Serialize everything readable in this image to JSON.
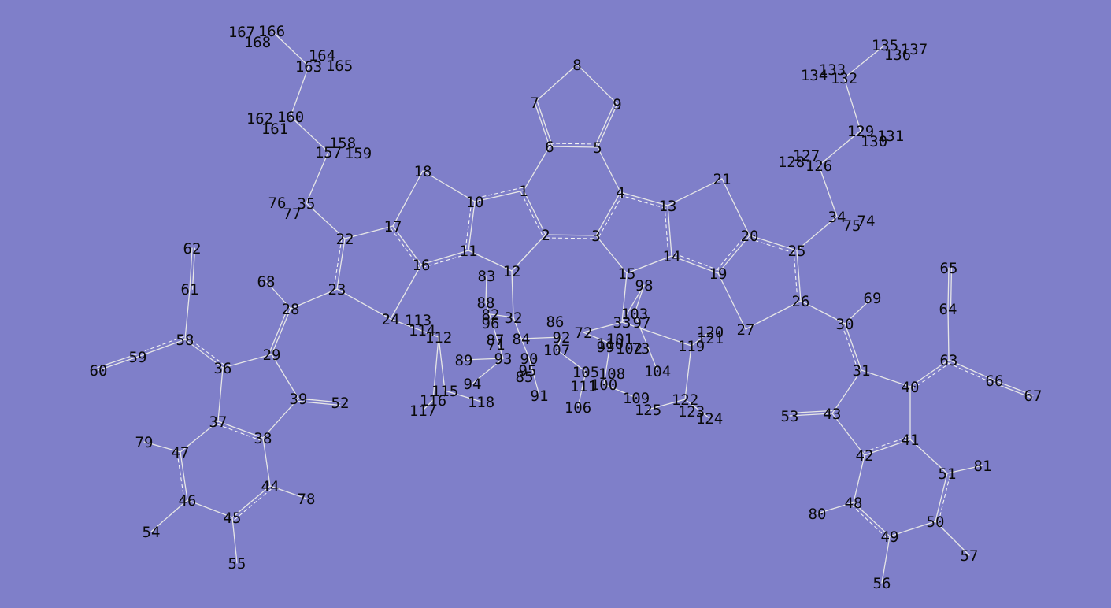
{
  "viewer": {
    "background": "#7f7fc9",
    "bond_color": "#e6e6e6",
    "label_color": "#0a0a0a"
  },
  "atoms": [
    {
      "id": "1"
    },
    {
      "id": "2"
    },
    {
      "id": "3"
    },
    {
      "id": "4"
    },
    {
      "id": "5"
    },
    {
      "id": "6"
    },
    {
      "id": "7"
    },
    {
      "id": "8"
    },
    {
      "id": "9"
    },
    {
      "id": "10"
    },
    {
      "id": "11"
    },
    {
      "id": "12"
    },
    {
      "id": "13"
    },
    {
      "id": "14"
    },
    {
      "id": "15"
    },
    {
      "id": "16"
    },
    {
      "id": "17"
    },
    {
      "id": "18"
    },
    {
      "id": "19"
    },
    {
      "id": "20"
    },
    {
      "id": "21"
    },
    {
      "id": "22"
    },
    {
      "id": "23"
    },
    {
      "id": "24"
    },
    {
      "id": "25"
    },
    {
      "id": "26"
    },
    {
      "id": "27"
    },
    {
      "id": "28"
    },
    {
      "id": "29"
    },
    {
      "id": "30"
    },
    {
      "id": "31"
    },
    {
      "id": "32"
    },
    {
      "id": "33"
    },
    {
      "id": "34"
    },
    {
      "id": "35"
    },
    {
      "id": "36"
    },
    {
      "id": "37"
    },
    {
      "id": "38"
    },
    {
      "id": "39"
    },
    {
      "id": "40"
    },
    {
      "id": "41"
    },
    {
      "id": "42"
    },
    {
      "id": "43"
    },
    {
      "id": "44"
    },
    {
      "id": "45"
    },
    {
      "id": "46"
    },
    {
      "id": "47"
    },
    {
      "id": "48"
    },
    {
      "id": "49"
    },
    {
      "id": "50"
    },
    {
      "id": "51"
    },
    {
      "id": "52"
    },
    {
      "id": "53"
    },
    {
      "id": "54"
    },
    {
      "id": "55"
    },
    {
      "id": "56"
    },
    {
      "id": "57"
    },
    {
      "id": "58"
    },
    {
      "id": "59"
    },
    {
      "id": "60"
    },
    {
      "id": "61"
    },
    {
      "id": "62"
    },
    {
      "id": "63"
    },
    {
      "id": "64"
    },
    {
      "id": "65"
    },
    {
      "id": "66"
    },
    {
      "id": "67"
    },
    {
      "id": "68"
    },
    {
      "id": "69"
    },
    {
      "id": "70"
    },
    {
      "id": "71"
    },
    {
      "id": "72"
    },
    {
      "id": "73"
    },
    {
      "id": "74"
    },
    {
      "id": "75"
    },
    {
      "id": "76"
    },
    {
      "id": "77"
    },
    {
      "id": "78"
    },
    {
      "id": "79"
    },
    {
      "id": "80"
    },
    {
      "id": "81"
    },
    {
      "id": "82"
    },
    {
      "id": "83"
    },
    {
      "id": "84"
    },
    {
      "id": "85"
    },
    {
      "id": "86"
    },
    {
      "id": "87"
    },
    {
      "id": "88"
    },
    {
      "id": "89"
    },
    {
      "id": "90"
    },
    {
      "id": "91"
    },
    {
      "id": "92"
    },
    {
      "id": "93"
    },
    {
      "id": "94"
    },
    {
      "id": "95"
    },
    {
      "id": "96"
    },
    {
      "id": "97"
    },
    {
      "id": "98"
    },
    {
      "id": "99"
    },
    {
      "id": "100"
    },
    {
      "id": "101"
    },
    {
      "id": "102"
    },
    {
      "id": "103"
    },
    {
      "id": "104"
    },
    {
      "id": "105"
    },
    {
      "id": "106"
    },
    {
      "id": "107"
    },
    {
      "id": "108"
    },
    {
      "id": "109"
    },
    {
      "id": "110"
    },
    {
      "id": "111"
    },
    {
      "id": "112"
    },
    {
      "id": "113"
    },
    {
      "id": "114"
    },
    {
      "id": "115"
    },
    {
      "id": "116"
    },
    {
      "id": "117"
    },
    {
      "id": "118"
    },
    {
      "id": "119"
    },
    {
      "id": "120"
    },
    {
      "id": "121"
    },
    {
      "id": "122"
    },
    {
      "id": "123"
    },
    {
      "id": "124"
    },
    {
      "id": "125"
    },
    {
      "id": "126"
    },
    {
      "id": "127"
    },
    {
      "id": "128"
    },
    {
      "id": "129"
    },
    {
      "id": "130"
    },
    {
      "id": "131"
    },
    {
      "id": "132"
    },
    {
      "id": "133"
    },
    {
      "id": "134"
    },
    {
      "id": "135"
    },
    {
      "id": "136"
    },
    {
      "id": "137"
    },
    {
      "id": "157"
    },
    {
      "id": "158"
    },
    {
      "id": "159"
    },
    {
      "id": "160"
    },
    {
      "id": "161"
    },
    {
      "id": "162"
    },
    {
      "id": "163"
    },
    {
      "id": "164"
    },
    {
      "id": "165"
    },
    {
      "id": "166"
    },
    {
      "id": "167"
    },
    {
      "id": "168"
    }
  ],
  "bonds": [
    [
      "1",
      "2"
    ],
    [
      "2",
      "3"
    ],
    [
      "3",
      "4"
    ],
    [
      "4",
      "5"
    ],
    [
      "5",
      "6"
    ],
    [
      "6",
      "1"
    ],
    [
      "6",
      "7"
    ],
    [
      "7",
      "8"
    ],
    [
      "8",
      "9"
    ],
    [
      "9",
      "5"
    ],
    [
      "1",
      "10"
    ],
    [
      "10",
      "11"
    ],
    [
      "11",
      "12"
    ],
    [
      "12",
      "2"
    ],
    [
      "4",
      "13"
    ],
    [
      "13",
      "14"
    ],
    [
      "14",
      "15"
    ],
    [
      "15",
      "3"
    ],
    [
      "10",
      "18"
    ],
    [
      "18",
      "17"
    ],
    [
      "17",
      "16"
    ],
    [
      "16",
      "11"
    ],
    [
      "13",
      "21"
    ],
    [
      "21",
      "20"
    ],
    [
      "20",
      "19"
    ],
    [
      "19",
      "14"
    ],
    [
      "17",
      "22"
    ],
    [
      "22",
      "23"
    ],
    [
      "23",
      "24"
    ],
    [
      "24",
      "16"
    ],
    [
      "20",
      "25"
    ],
    [
      "25",
      "26"
    ],
    [
      "26",
      "27"
    ],
    [
      "27",
      "19"
    ],
    [
      "22",
      "35"
    ],
    [
      "35",
      "157"
    ],
    [
      "157",
      "160"
    ],
    [
      "160",
      "163"
    ],
    [
      "163",
      "166"
    ],
    [
      "25",
      "34"
    ],
    [
      "34",
      "126"
    ],
    [
      "126",
      "129"
    ],
    [
      "129",
      "132"
    ],
    [
      "132",
      "135"
    ],
    [
      "23",
      "28"
    ],
    [
      "28",
      "68"
    ],
    [
      "28",
      "29"
    ],
    [
      "29",
      "36"
    ],
    [
      "29",
      "39"
    ],
    [
      "39",
      "52"
    ],
    [
      "39",
      "38"
    ],
    [
      "36",
      "58"
    ],
    [
      "58",
      "59"
    ],
    [
      "59",
      "60"
    ],
    [
      "58",
      "61"
    ],
    [
      "61",
      "62"
    ],
    [
      "36",
      "37"
    ],
    [
      "37",
      "38"
    ],
    [
      "37",
      "47"
    ],
    [
      "47",
      "46"
    ],
    [
      "46",
      "45"
    ],
    [
      "45",
      "44"
    ],
    [
      "44",
      "38"
    ],
    [
      "47",
      "79"
    ],
    [
      "46",
      "54"
    ],
    [
      "45",
      "55"
    ],
    [
      "44",
      "78"
    ],
    [
      "26",
      "30"
    ],
    [
      "30",
      "69"
    ],
    [
      "30",
      "31"
    ],
    [
      "31",
      "43"
    ],
    [
      "43",
      "53"
    ],
    [
      "31",
      "40"
    ],
    [
      "40",
      "41"
    ],
    [
      "41",
      "42"
    ],
    [
      "42",
      "43"
    ],
    [
      "40",
      "63"
    ],
    [
      "63",
      "64"
    ],
    [
      "64",
      "65"
    ],
    [
      "63",
      "66"
    ],
    [
      "66",
      "67"
    ],
    [
      "42",
      "48"
    ],
    [
      "48",
      "49"
    ],
    [
      "49",
      "50"
    ],
    [
      "50",
      "51"
    ],
    [
      "51",
      "41"
    ],
    [
      "48",
      "80"
    ],
    [
      "49",
      "56"
    ],
    [
      "50",
      "57"
    ],
    [
      "51",
      "81"
    ],
    [
      "12",
      "32"
    ],
    [
      "15",
      "33"
    ],
    [
      "32",
      "82"
    ],
    [
      "33",
      "72"
    ],
    [
      "32",
      "84"
    ],
    [
      "24",
      "112"
    ],
    [
      "112",
      "115"
    ],
    [
      "115",
      "118"
    ],
    [
      "112",
      "116"
    ],
    [
      "116",
      "117"
    ],
    [
      "33",
      "119"
    ],
    [
      "119",
      "122"
    ],
    [
      "122",
      "125"
    ],
    [
      "119",
      "120"
    ],
    [
      "122",
      "124"
    ],
    [
      "83",
      "88"
    ],
    [
      "88",
      "93"
    ],
    [
      "93",
      "94"
    ],
    [
      "93",
      "89"
    ],
    [
      "84",
      "90"
    ],
    [
      "90",
      "91"
    ],
    [
      "84",
      "92"
    ],
    [
      "92",
      "107"
    ],
    [
      "107",
      "105"
    ],
    [
      "105",
      "106"
    ],
    [
      "72",
      "110"
    ],
    [
      "110",
      "100"
    ],
    [
      "100",
      "109"
    ],
    [
      "33",
      "98"
    ],
    [
      "98",
      "103"
    ],
    [
      "103",
      "104"
    ]
  ],
  "aromatic": [
    [
      "1",
      "2"
    ],
    [
      "3",
      "4"
    ],
    [
      "5",
      "6"
    ],
    [
      "10",
      "11"
    ],
    [
      "11",
      "16"
    ],
    [
      "16",
      "17"
    ],
    [
      "13",
      "14"
    ],
    [
      "14",
      "19"
    ],
    [
      "19",
      "20"
    ],
    [
      "22",
      "23"
    ],
    [
      "25",
      "26"
    ],
    [
      "36",
      "58"
    ],
    [
      "58",
      "59"
    ],
    [
      "37",
      "38"
    ],
    [
      "46",
      "47"
    ],
    [
      "44",
      "45"
    ],
    [
      "30",
      "31"
    ],
    [
      "40",
      "63"
    ],
    [
      "63",
      "66"
    ],
    [
      "41",
      "42"
    ],
    [
      "48",
      "49"
    ],
    [
      "50",
      "51"
    ],
    [
      "1",
      "10"
    ],
    [
      "13",
      "4"
    ],
    [
      "2",
      "3"
    ],
    [
      "20",
      "25"
    ]
  ],
  "double": [
    [
      "6",
      "7"
    ],
    [
      "5",
      "9"
    ],
    [
      "28",
      "29"
    ],
    [
      "39",
      "52"
    ],
    [
      "43",
      "53"
    ],
    [
      "64",
      "65"
    ],
    [
      "61",
      "62"
    ],
    [
      "59",
      "60"
    ],
    [
      "66",
      "67"
    ]
  ],
  "labels": [
    {
      "text": "1"
    },
    {
      "text": "2"
    },
    {
      "text": "3"
    },
    {
      "text": "4"
    },
    {
      "text": "5"
    },
    {
      "text": "6"
    },
    {
      "text": "7"
    },
    {
      "text": "8"
    },
    {
      "text": "9"
    },
    {
      "text": "10"
    },
    {
      "text": "11"
    },
    {
      "text": "12"
    },
    {
      "text": "13"
    },
    {
      "text": "14"
    },
    {
      "text": "15"
    },
    {
      "text": "16"
    },
    {
      "text": "17"
    },
    {
      "text": "18"
    },
    {
      "text": "19"
    },
    {
      "text": "20"
    },
    {
      "text": "21"
    },
    {
      "text": "22"
    },
    {
      "text": "23"
    },
    {
      "text": "24"
    },
    {
      "text": "25"
    },
    {
      "text": "26"
    },
    {
      "text": "27"
    },
    {
      "text": "28"
    },
    {
      "text": "29"
    },
    {
      "text": "30"
    },
    {
      "text": "31"
    },
    {
      "text": "32"
    },
    {
      "text": "33"
    },
    {
      "text": "34"
    },
    {
      "text": "35"
    },
    {
      "text": "36"
    },
    {
      "text": "37"
    },
    {
      "text": "38"
    },
    {
      "text": "39"
    },
    {
      "text": "40"
    },
    {
      "text": "41"
    },
    {
      "text": "42"
    },
    {
      "text": "43"
    },
    {
      "text": "44"
    },
    {
      "text": "45"
    },
    {
      "text": "46"
    },
    {
      "text": "47"
    },
    {
      "text": "48"
    },
    {
      "text": "49"
    },
    {
      "text": "50"
    },
    {
      "text": "51"
    },
    {
      "text": "52"
    },
    {
      "text": "53"
    },
    {
      "text": "54"
    },
    {
      "text": "55"
    },
    {
      "text": "56"
    },
    {
      "text": "57"
    },
    {
      "text": "58"
    },
    {
      "text": "59"
    },
    {
      "text": "60"
    },
    {
      "text": "61"
    },
    {
      "text": "62"
    },
    {
      "text": "63"
    },
    {
      "text": "64"
    },
    {
      "text": "65"
    },
    {
      "text": "66"
    },
    {
      "text": "67"
    },
    {
      "text": "68"
    },
    {
      "text": "69"
    },
    {
      "text": "71"
    },
    {
      "text": "72"
    },
    {
      "text": "73"
    },
    {
      "text": "74"
    },
    {
      "text": "75"
    },
    {
      "text": "76"
    },
    {
      "text": "77"
    },
    {
      "text": "78"
    },
    {
      "text": "79"
    },
    {
      "text": "80"
    },
    {
      "text": "81"
    },
    {
      "text": "82"
    },
    {
      "text": "83"
    },
    {
      "text": "84"
    },
    {
      "text": "85"
    },
    {
      "text": "86"
    },
    {
      "text": "87"
    },
    {
      "text": "88"
    },
    {
      "text": "89"
    },
    {
      "text": "90"
    },
    {
      "text": "91"
    },
    {
      "text": "92"
    },
    {
      "text": "93"
    },
    {
      "text": "94"
    },
    {
      "text": "95"
    },
    {
      "text": "96"
    },
    {
      "text": "97"
    },
    {
      "text": "98"
    },
    {
      "text": "99"
    },
    {
      "text": "100"
    },
    {
      "text": "101"
    },
    {
      "text": "102"
    },
    {
      "text": "103"
    },
    {
      "text": "104"
    },
    {
      "text": "105"
    },
    {
      "text": "106"
    },
    {
      "text": "107"
    },
    {
      "text": "108"
    },
    {
      "text": "109"
    },
    {
      "text": "110"
    },
    {
      "text": "111"
    },
    {
      "text": "112"
    },
    {
      "text": "113"
    },
    {
      "text": "114"
    },
    {
      "text": "115"
    },
    {
      "text": "116"
    },
    {
      "text": "117"
    },
    {
      "text": "118"
    },
    {
      "text": "119"
    },
    {
      "text": "120"
    },
    {
      "text": "121"
    },
    {
      "text": "122"
    },
    {
      "text": "123"
    },
    {
      "text": "124"
    },
    {
      "text": "125"
    },
    {
      "text": "126"
    },
    {
      "text": "127"
    },
    {
      "text": "128"
    },
    {
      "text": "129"
    },
    {
      "text": "130"
    },
    {
      "text": "131"
    },
    {
      "text": "132"
    },
    {
      "text": "133"
    },
    {
      "text": "134"
    },
    {
      "text": "135"
    },
    {
      "text": "136"
    },
    {
      "text": "137"
    },
    {
      "text": "157"
    },
    {
      "text": "158"
    },
    {
      "text": "159"
    },
    {
      "text": "160"
    },
    {
      "text": "161"
    },
    {
      "text": "162"
    },
    {
      "text": "163"
    },
    {
      "text": "164"
    },
    {
      "text": "165"
    },
    {
      "text": "166"
    },
    {
      "text": "167"
    },
    {
      "text": "168"
    }
  ]
}
